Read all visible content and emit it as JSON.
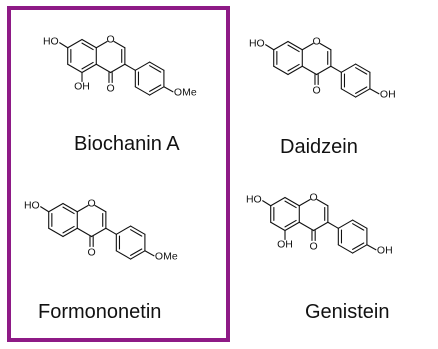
{
  "highlight": {
    "color": "#8e1a86"
  },
  "compounds": [
    {
      "name": "Biochanin A",
      "substituents": {
        "c7": "HO",
        "c5": "OH",
        "c4": "O",
        "c4p": "OMe"
      }
    },
    {
      "name": "Daidzein",
      "substituents": {
        "c7": "HO",
        "c4": "O",
        "c4p": "OH"
      }
    },
    {
      "name": "Formononetin",
      "substituents": {
        "c7": "HO",
        "c4": "O",
        "c4p": "OMe"
      }
    },
    {
      "name": "Genistein",
      "substituents": {
        "c7": "HO",
        "c5": "OH",
        "c4": "O",
        "c4p": "OH"
      }
    }
  ]
}
